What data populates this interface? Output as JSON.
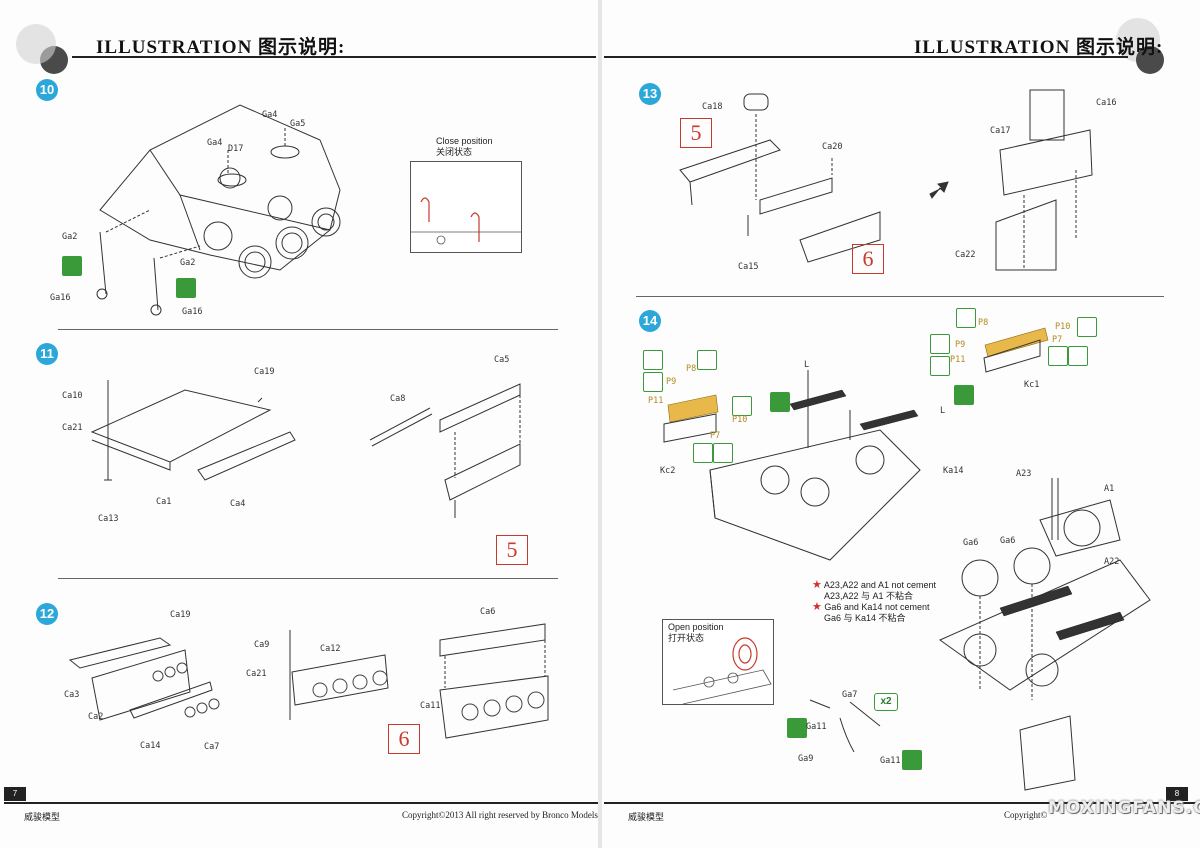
{
  "left_page": {
    "header_title": "ILLUSTRATION 图示说明:",
    "page_number": "7",
    "footer_brand": "威骏模型",
    "footer_copyright": "Copyright©2013  All right reserved by Bronco Models"
  },
  "right_page": {
    "header_title": "ILLUSTRATION 图示说明:",
    "page_number": "8",
    "footer_brand": "威骏模型",
    "footer_copyright": "Copyright©"
  },
  "steps": {
    "s10": {
      "number": "10",
      "labels": [
        "Ga4",
        "Ga5",
        "Ga4",
        "D17",
        "Ga2",
        "Ga2",
        "Ga16",
        "Ga16"
      ],
      "note_title_en": "Close position",
      "note_title_cn": "关闭状态"
    },
    "s11": {
      "number": "11",
      "labels": [
        "Ca10",
        "Ca21",
        "Ca13",
        "Ca1",
        "Ca4",
        "Ca19",
        "Ca8",
        "Ca5"
      ],
      "ref": "5"
    },
    "s12": {
      "number": "12",
      "labels": [
        "Ca3",
        "Ca2",
        "Ca14",
        "Ca7",
        "Ca19",
        "Ca9",
        "Ca12",
        "Ca21",
        "Ca11",
        "Ca6"
      ],
      "ref": "6"
    },
    "s13": {
      "number": "13",
      "labels": [
        "Ca18",
        "Ca20",
        "Ca15",
        "Ca17",
        "Ca16",
        "Ca22"
      ],
      "ref_a": "5",
      "ref_b": "6"
    },
    "s14": {
      "number": "14",
      "labels": [
        "P8",
        "P9",
        "P11",
        "P10",
        "P7",
        "Kc2",
        "L",
        "L",
        "Ka14",
        "P8",
        "P10",
        "P7",
        "P9",
        "P11",
        "Kc1",
        "A23",
        "A1",
        "Ga6",
        "Ga6",
        "A22",
        "Ga7",
        "Ga11",
        "Ga9",
        "Ga11"
      ],
      "warning_1_en": "A23,A22 and A1 not cement",
      "warning_1_cn": "A23,A22 与 A1 不粘合",
      "warning_2_en": "Ga6 and Ka14 not cement",
      "warning_2_cn": "Ga6 与 Ka14 不粘合",
      "note_title_en": "Open position",
      "note_title_cn": "打开状态",
      "multiplier": "x2"
    }
  },
  "colors": {
    "step_badge": "#2ba7d9",
    "ref_box": "#c8392b",
    "cement_icon": "#3a9a3a",
    "etch_part": "#e8b84a",
    "warning_star": "#d0312d"
  },
  "watermark": "MOXINGFANS.COM"
}
